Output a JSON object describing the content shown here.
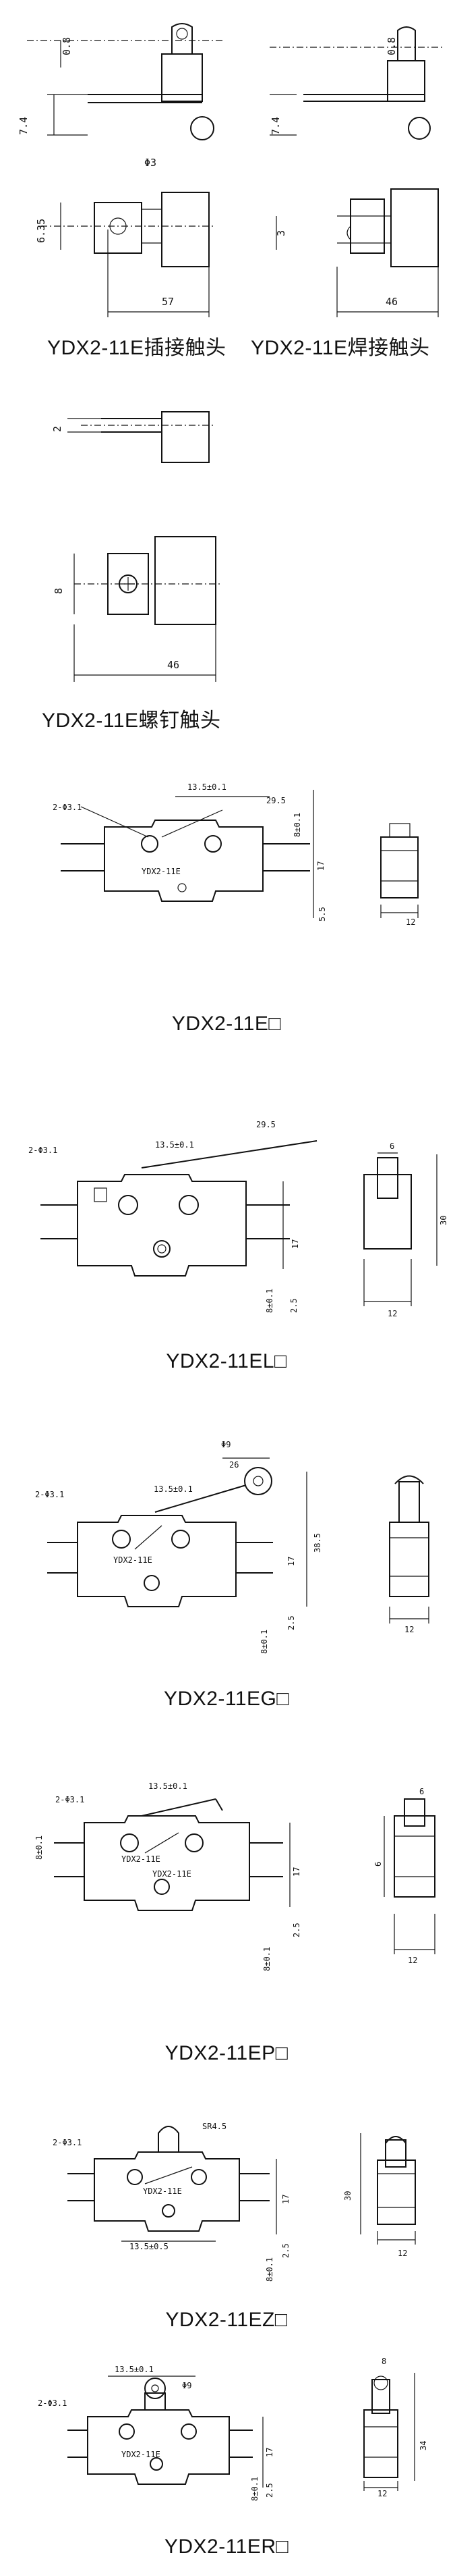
{
  "figures": [
    {
      "id": "insert",
      "caption": "YDX2-11E插接触头",
      "dims": [
        "0.8",
        "7.4",
        "Φ3",
        "6.35",
        "57"
      ]
    },
    {
      "id": "weld",
      "caption": "YDX2-11E焊接触头",
      "dims": [
        "0.8",
        "7.4",
        "3",
        "46"
      ]
    },
    {
      "id": "screw",
      "caption": "YDX2-11E螺钉触头",
      "dims": [
        "2",
        "8",
        "46"
      ]
    },
    {
      "id": "e",
      "caption": "YDX2-11E□",
      "dims": [
        "2-Φ3.1",
        "13.5±0.1",
        "8±0.1",
        "29.5",
        "17",
        "5.5",
        "12"
      ],
      "body_label": "YDX2-11E"
    },
    {
      "id": "el",
      "caption": "YDX2-11EL□",
      "dims": [
        "2-Φ3.1",
        "13.5±0.1",
        "29.5",
        "17",
        "8±0.1",
        "2.5",
        "6",
        "30",
        "12"
      ]
    },
    {
      "id": "eg",
      "caption": "YDX2-11EG□",
      "dims": [
        "Φ9",
        "26",
        "2-Φ3.1",
        "13.5±0.1",
        "38.5",
        "17",
        "8±0.1",
        "2.5",
        "12"
      ],
      "body_label": "YDX2-11E"
    },
    {
      "id": "ep",
      "caption": "YDX2-11EP□",
      "dims": [
        "2-Φ3.1",
        "13.5±0.1",
        "8±0.1",
        "17",
        "2.5",
        "8±0.1",
        "6",
        "12"
      ],
      "body_label": "YDX2-11E",
      "body_label2": "YDX2-11E"
    },
    {
      "id": "ez",
      "caption": "YDX2-11EZ□",
      "dims": [
        "2-Φ3.1",
        "SR4.5",
        "17",
        "13.5±0.5",
        "8±0.1",
        "2.5",
        "30",
        "12"
      ],
      "body_label": "YDX2-11E"
    },
    {
      "id": "er",
      "caption": "YDX2-11ER□",
      "dims": [
        "13.5±0.1",
        "Φ9",
        "2-Φ3.1",
        "8±0.1",
        "17",
        "2.5",
        "8",
        "34",
        "12"
      ],
      "body_label": "YDX2-11E"
    }
  ]
}
